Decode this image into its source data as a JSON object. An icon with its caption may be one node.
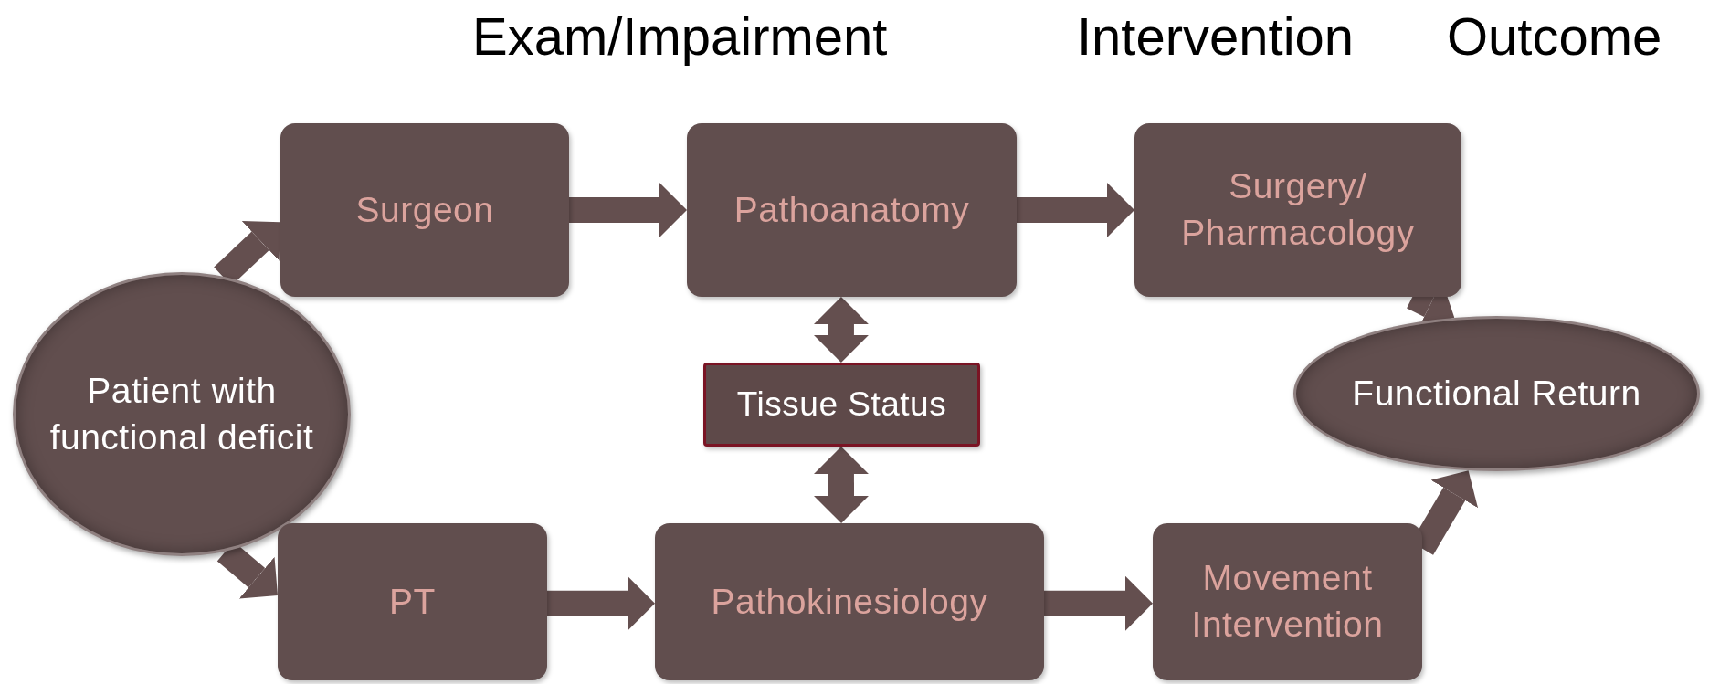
{
  "diagram": {
    "nodes": [
      {
        "text": [
          "Patient with functional deficit"
        ]
      },
      {
        "text": [
          "Surgeon"
        ]
      },
      {
        "text": [
          "Pathoanatomy"
        ]
      },
      {
        "text": [
          "Surgery/ Pharmacology"
        ]
      },
      {
        "text": [
          "Tissue Status"
        ]
      },
      {
        "text": [
          "Functional Return"
        ]
      },
      {
        "text": [
          "PT"
        ]
      },
      {
        "text": [
          "Pathokinesiology"
        ]
      },
      {
        "text": [
          "Movement Intervention"
        ]
      }
    ],
    "edges": [
      {
        "from": 0,
        "to": 1,
        "arrow": "to"
      },
      {
        "from": 1,
        "to": 2,
        "arrow": "to"
      },
      {
        "from": 2,
        "to": 3,
        "arrow": "to"
      },
      {
        "from": 3,
        "to": 5,
        "arrow": "to"
      },
      {
        "from": 0,
        "to": 6,
        "arrow": "to"
      },
      {
        "from": 6,
        "to": 7,
        "arrow": "to"
      },
      {
        "from": 7,
        "to": 8,
        "arrow": "to"
      },
      {
        "from": 8,
        "to": 5,
        "arrow": "to"
      },
      {
        "from": 2,
        "to": 4,
        "arrow": "both"
      },
      {
        "from": 4,
        "to": 7,
        "arrow": "both"
      }
    ],
    "labels": [
      "Exam/Impairment",
      "Intervention",
      "Outcome"
    ]
  }
}
